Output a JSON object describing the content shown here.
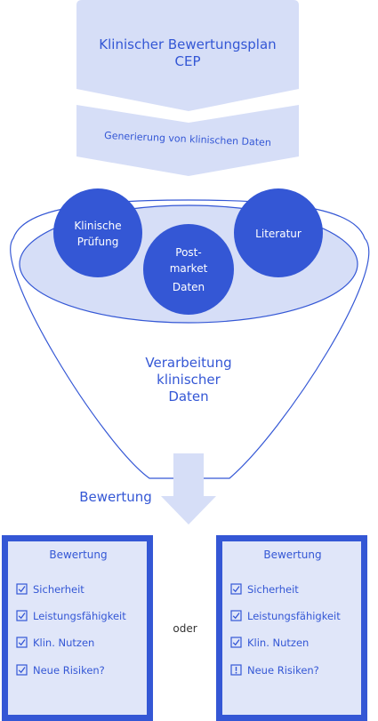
{
  "colors": {
    "dark_blue": "#3457d5",
    "light_blue": "#d6def7",
    "panel_light": "#e0e6f9",
    "text_blue": "#3457d5",
    "white": "#ffffff"
  },
  "top_block": {
    "line1": "Klinischer Bewertungsplan",
    "line2": "CEP"
  },
  "generation_block": {
    "text": "Generierung von  klinischen Daten"
  },
  "sources": [
    {
      "label_lines": [
        "Klinische",
        "Prüfung"
      ]
    },
    {
      "label_lines": [
        "Post-",
        "market",
        "Daten"
      ]
    },
    {
      "label_lines": [
        "Literatur"
      ]
    }
  ],
  "funnel": {
    "label_lines": [
      "Verarbeitung",
      "klinischer",
      "Daten"
    ]
  },
  "evaluation_label": "Bewertung",
  "or_label": "oder",
  "cards": [
    {
      "title": "Bewertung",
      "items": [
        {
          "label": "Sicherheit",
          "icon": "checkbox-checked-icon"
        },
        {
          "label": "Leistungsfähigkeit",
          "icon": "checkbox-checked-icon"
        },
        {
          "label": "Klin. Nutzen",
          "icon": "checkbox-checked-icon"
        },
        {
          "label": "Neue Risiken?",
          "icon": "checkbox-checked-icon"
        }
      ]
    },
    {
      "title": "Bewertung",
      "items": [
        {
          "label": "Sicherheit",
          "icon": "checkbox-checked-icon"
        },
        {
          "label": "Leistungsfähigkeit",
          "icon": "checkbox-checked-icon"
        },
        {
          "label": "Klin. Nutzen",
          "icon": "checkbox-checked-icon"
        },
        {
          "label": "Neue Risiken?",
          "icon": "checkbox-exclamation-icon"
        }
      ]
    }
  ]
}
